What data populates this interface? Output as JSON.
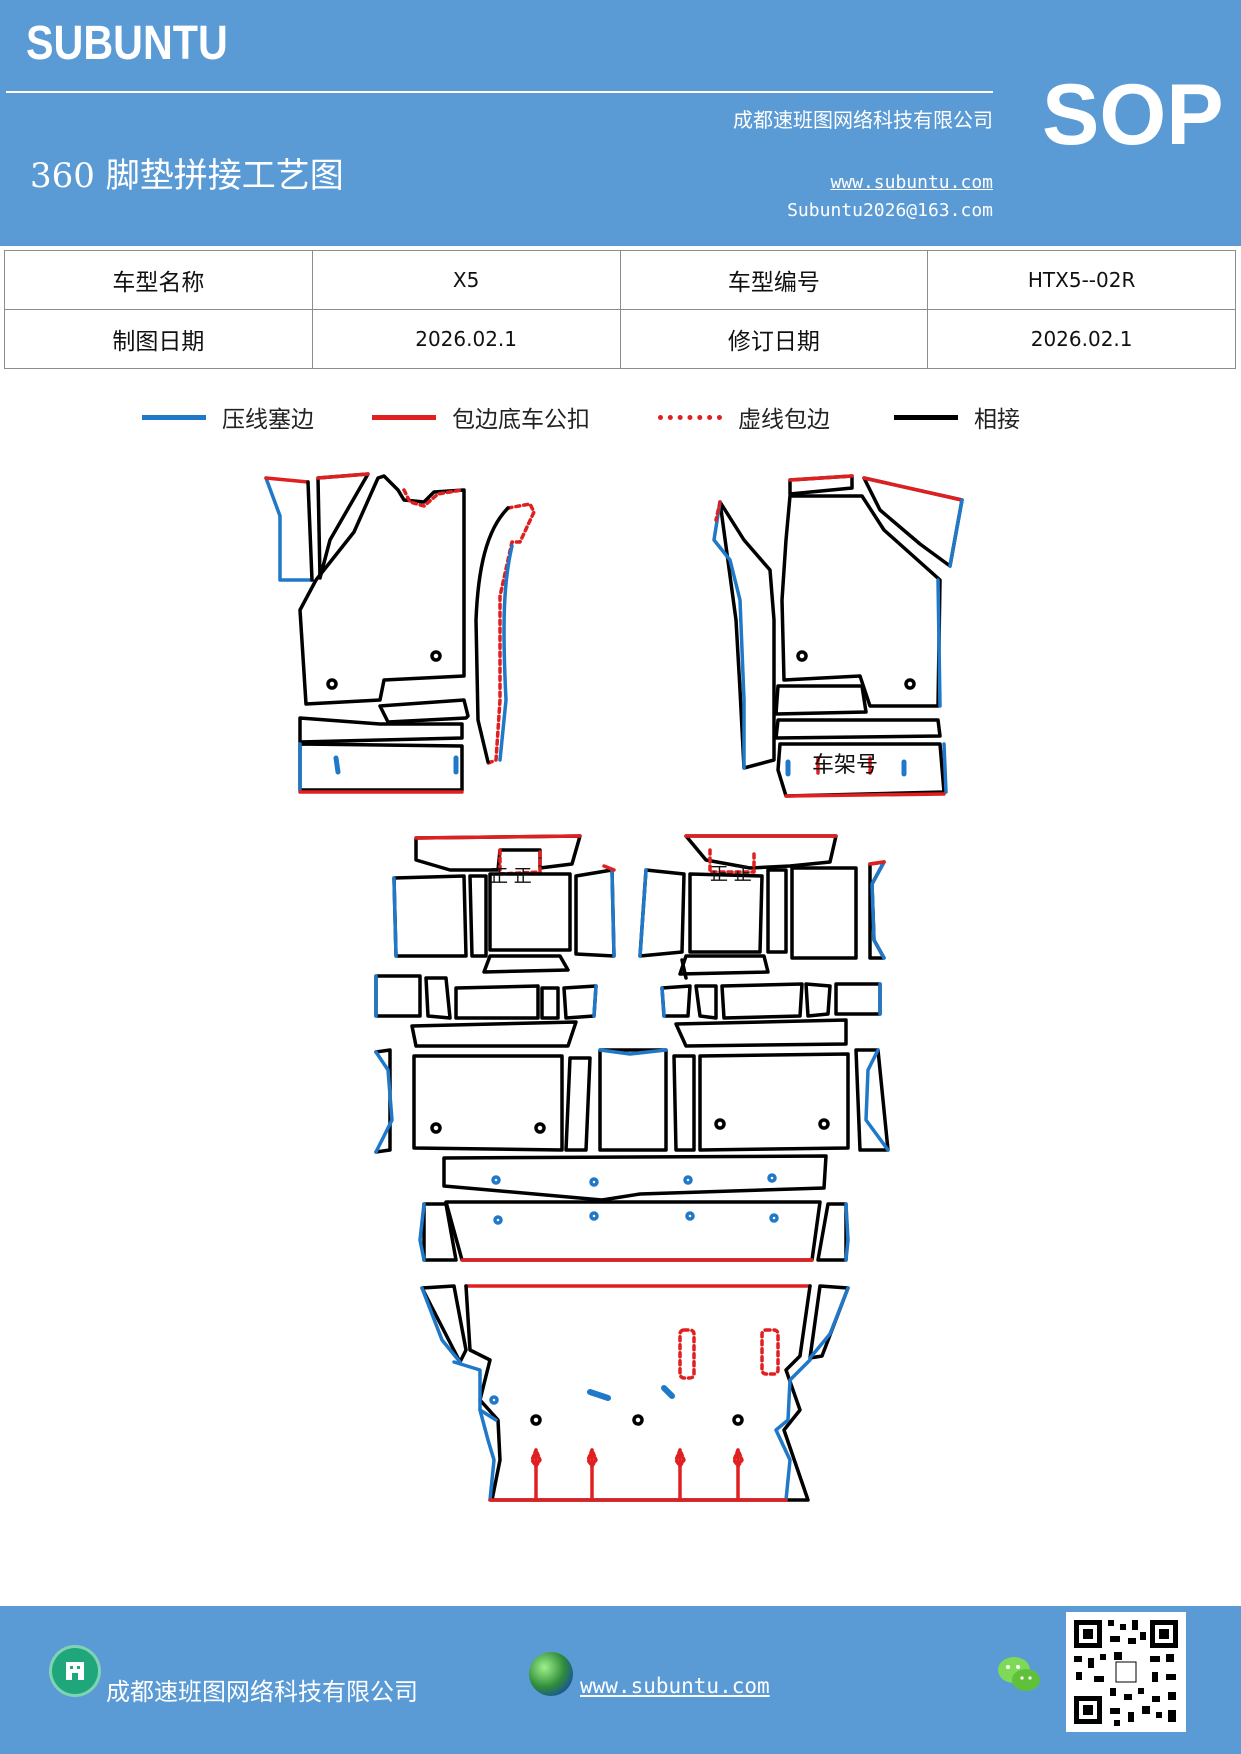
{
  "header": {
    "brand": "SUBUNTU",
    "company": "成都速班图网络科技有限公司",
    "title": "360 脚垫拼接工艺图",
    "website": "www.subuntu.com",
    "email": "Subuntu2026@163.com",
    "badge": "SOP"
  },
  "info_table": {
    "model_name_label": "车型名称",
    "model_name_value": "X5",
    "model_code_label": "车型编号",
    "model_code_value": "HTX5--02R",
    "draw_date_label": "制图日期",
    "draw_date_value": "2026.02.1",
    "revise_date_label": "修订日期",
    "revise_date_value": "2026.02.1"
  },
  "legend": [
    {
      "label": "压线塞边",
      "color": "#1f78c8",
      "style": "solid"
    },
    {
      "label": "包边底车公扣",
      "color": "#e02020",
      "style": "solid"
    },
    {
      "label": "虚线包边",
      "color": "#e02020",
      "style": "dotted"
    },
    {
      "label": "相接",
      "color": "#000000",
      "style": "solid"
    }
  ],
  "diagram": {
    "vin_label": "车架号",
    "mark_left": "正 正",
    "mark_right": "正 正"
  },
  "footer": {
    "company": "成都速班图网络科技有限公司",
    "website": "www.subuntu.com",
    "home_icon": "building-icon",
    "globe_icon": "globe-icon",
    "wechat_icon": "wechat-icon",
    "qr_icon": "qr-code"
  }
}
